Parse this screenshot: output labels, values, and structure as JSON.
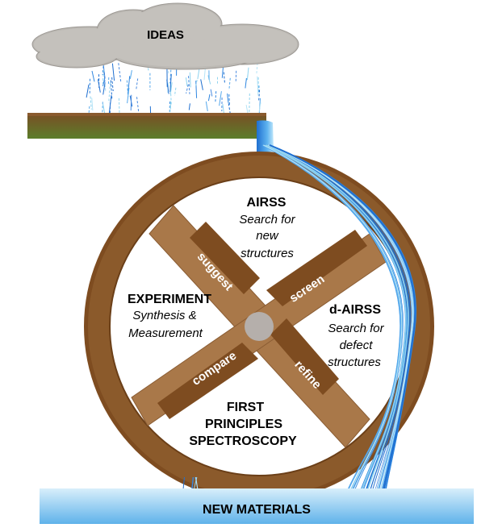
{
  "cloud": {
    "label": "IDEAS"
  },
  "wheel": {
    "top": {
      "title": "AIRSS",
      "lines": [
        "Search for",
        "new",
        "structures"
      ]
    },
    "left": {
      "title": "EXPERIMENT",
      "lines": [
        "Synthesis &",
        "Measurement"
      ]
    },
    "right": {
      "title": "d-AIRSS",
      "lines": [
        "Search for",
        "defect",
        "structures"
      ]
    },
    "bottom": {
      "lines": [
        "FIRST",
        "PRINCIPLES",
        "SPECTROSCOPY"
      ]
    },
    "spokes": {
      "upper_left": "suggest",
      "upper_right": "screen",
      "lower_left": "compare",
      "lower_right": "refine"
    }
  },
  "pool": {
    "label": "NEW MATERIALS"
  },
  "colors": {
    "wheel_dark": "#7a4a1e",
    "wheel_rim": "#8b5a2b",
    "spoke": "#a8774a",
    "hub": "#b4aeaa",
    "cloud": "#bdbab5",
    "water_dark": "#2f86e0",
    "water_light": "#8fd3ef",
    "pool_top": "#cfeaf9",
    "pool_bottom": "#63b5ea",
    "ground_top": "#7a4d25",
    "ground_bottom": "#5e7a2c"
  }
}
